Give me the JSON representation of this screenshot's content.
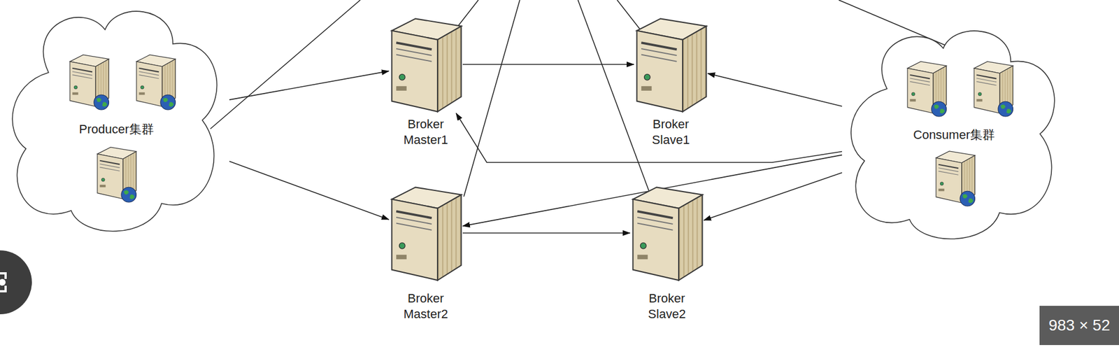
{
  "diagram": {
    "nodes": [
      {
        "text": [
          "Producer集群"
        ]
      },
      {
        "text": [
          "Broker Master1"
        ]
      },
      {
        "text": [
          "Broker Slave1"
        ]
      },
      {
        "text": [
          "Broker Master2"
        ]
      },
      {
        "text": [
          "Broker Slave2"
        ]
      },
      {
        "text": [
          "Consumer集群"
        ]
      }
    ],
    "edges": [
      {
        "from": 0,
        "to": 1,
        "arrow": "to"
      },
      {
        "from": 0,
        "to": 3,
        "arrow": "to"
      },
      {
        "from": 1,
        "to": 2,
        "arrow": "to"
      },
      {
        "from": 3,
        "to": 4,
        "arrow": "to"
      },
      {
        "from": 5,
        "to": 1,
        "arrow": "to"
      },
      {
        "from": 5,
        "to": 2,
        "arrow": "to"
      },
      {
        "from": 5,
        "to": 3,
        "arrow": "to"
      },
      {
        "from": 5,
        "to": 4,
        "arrow": "to"
      }
    ],
    "labels": [
      "983 × 52"
    ]
  }
}
